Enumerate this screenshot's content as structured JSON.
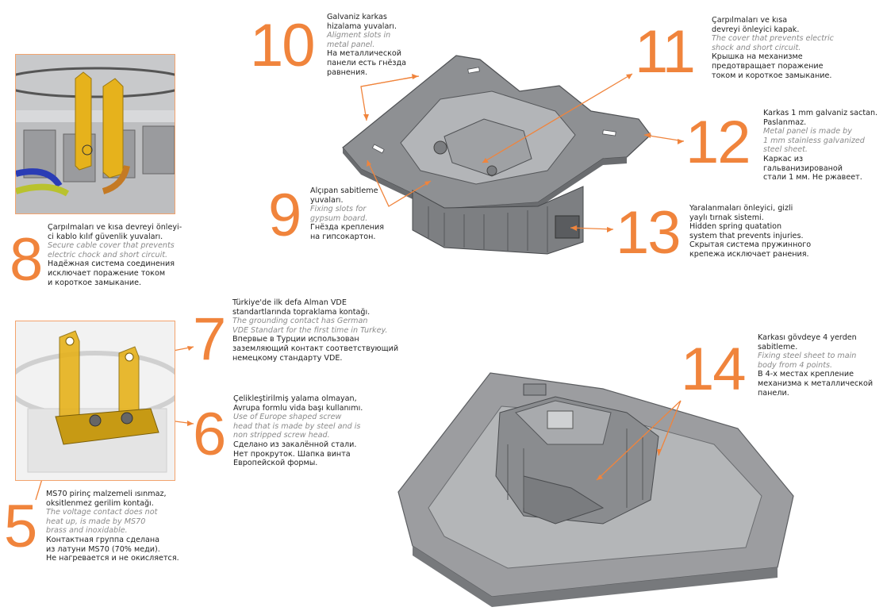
{
  "features": [
    {
      "number": "10",
      "tr": "Galvaniz karkas\nhizalama yuvaları.",
      "en": "Aligment slots in\nmetal panel.",
      "ru": "На металлической\nпанели есть гнёзда\nравнения."
    },
    {
      "number": "11",
      "tr": "Çarpılmaları ve kısa\ndevreyi önleyici kapak.",
      "en": "The cover that prevents electric\nshock and short circuit.",
      "ru": "Крышка на механизме\nпредотвращает поражение\nтоком и короткое замыкание."
    },
    {
      "number": "12",
      "tr": "Karkas 1 mm galvaniz sactan.\nPaslanmaz.",
      "en": "Metal panel is made by\n1 mm stainless galvanized\nsteel sheet.",
      "ru": "Каркас из гальванизированой\nстали 1 мм. Не ржавеет."
    },
    {
      "number": "9",
      "tr": "Alçıpan sabitleme\nyuvaları.",
      "en": "Fixing slots for\ngypsum board.",
      "ru": "Гнёзда крепления\nна гипсокартон."
    },
    {
      "number": "13",
      "tr": "Yaralanmaları önleyici, gizli\nyaylı tırnak sistemi.",
      "en": "",
      "ru": "Hidden spring quatation\nsystem that prevents injuries.\nСкрытая система пружинного\nкрепежа исключает ранения."
    },
    {
      "number": "8",
      "tr": "Çarpılmaları ve kısa devreyi önleyi-\nci kablo kılıf güvenlik yuvaları.",
      "en": "Secure cable cover that prevents\nelectric chock and short circuit.",
      "ru": "Надёжная система соединения\nисключает поражение током\nи короткое замыкание."
    },
    {
      "number": "7",
      "tr": "Türkiye'de ilk defa Alman VDE\nstandartlarında topraklama kontağı.",
      "en": "The grounding contact has German\nVDE Standart for the first time in Turkey.",
      "ru": "Впервые в Турции использован\nзаземляющий контакт соответствующий\nнемецкому стандарту VDE."
    },
    {
      "number": "6",
      "tr": "Çelikleştirilmiş yalama olmayan,\nAvrupa formlu vida başı kullanımı.",
      "en": "Use of Europe shaped screw\nhead that is made by steel and is\nnon stripped screw head.",
      "ru": "Сделано из закалённой стали.\nНет прокруток. Шапка винта\nЕвропейской формы."
    },
    {
      "number": "5",
      "tr": "MS70 pirinç malzemeli ısınmaz,\noksitlenmez gerilim kontağı.",
      "en": "The voltage contact does not\nheat up, is made by MS70\nbrass and inoxidable.",
      "ru": "Контактная группа сделана\nиз латуни MS70 (70% меди).\nНе нагревается и не окисляется."
    },
    {
      "number": "14",
      "tr": "Karkası gövdeye 4 yerden\nsabitleme.",
      "en": "Fixing steel sheet to main\nbody from 4 points.",
      "ru": "В 4-х местах крепление\nмеханизма к металлической\nпанели."
    }
  ],
  "colors": {
    "accent": "#f0843c",
    "metal": "#8d8f92",
    "metal_dark": "#5f6164",
    "plate": "#9a9b9d",
    "brass": "#e6b21c"
  }
}
